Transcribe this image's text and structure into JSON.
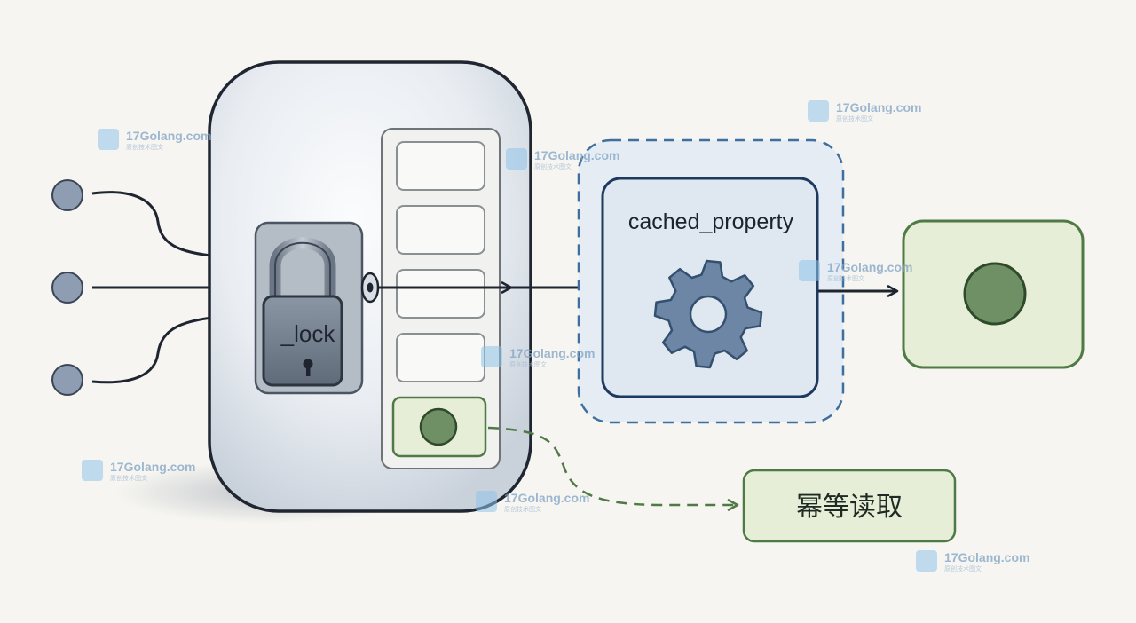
{
  "diagram": {
    "lock_label": "_lock",
    "cached_label": "cached_property",
    "idempotent_label": "幂等读取"
  },
  "watermark": {
    "name": "17Golang.com",
    "subtitle": "原创技术图文"
  },
  "colors": {
    "background": "#f6f5f1",
    "ink": "#1e2530",
    "blue_accent": "#3f6f9e",
    "green_accent": "#4f7a45",
    "green_fill": "#e6eed8",
    "input_dot": "#8e9db2"
  }
}
